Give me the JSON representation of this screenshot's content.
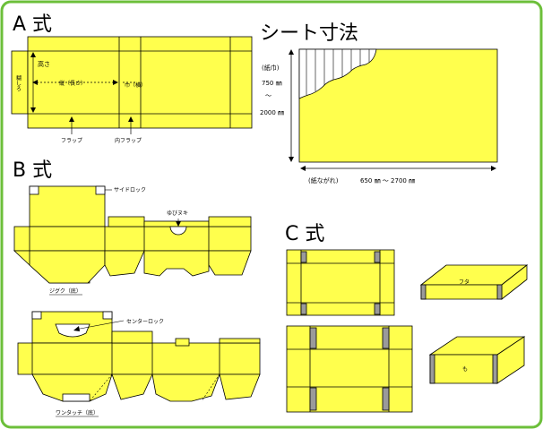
{
  "colors": {
    "frame_green": "#6cbf3a",
    "box_yellow": "#ffff4d",
    "stroke": "#000000",
    "glue_gray": "#9a9a9a"
  },
  "section_a": {
    "title": "A 式",
    "labels": {
      "glue_flap": "糊しろ",
      "height": "高さ",
      "length": "縦（長さ）",
      "width": "巾（横）",
      "flap": "フラップ",
      "inner_flap": "内フラップ"
    }
  },
  "sheet": {
    "title": "シート寸法",
    "paper_width_label": "(紙巾)",
    "width_min": "750 ㎜",
    "range_mark": "～",
    "width_max": "2000 ㎜",
    "flow_label": "(紙ながれ)",
    "length_range": "650 ㎜ ～ 2700 ㎜"
  },
  "section_b": {
    "title": "B 式",
    "labels": {
      "side_lock": "サイドロック",
      "finger_hole": "ゆびヌキ",
      "zigzag": "ジグク（底）",
      "center_lock": "センターロック",
      "one_touch": "ワンタッチ（底）"
    }
  },
  "section_c": {
    "title": "C 式",
    "labels": {
      "lid": "フタ",
      "body": "も"
    }
  }
}
